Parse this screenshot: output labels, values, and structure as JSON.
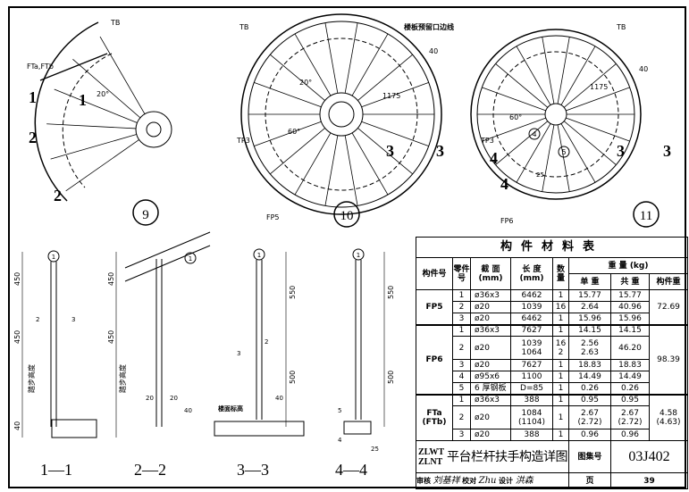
{
  "plans": {
    "plan9": {
      "number": "9",
      "tb": "TB",
      "ft": "FTa,FTb",
      "sec1a": "1",
      "sec1b": "1",
      "sec2a": "2",
      "sec2b": "2",
      "angle": "20°"
    },
    "plan10": {
      "number": "10",
      "tb": "TB",
      "edge_note": "楼板预留口边线",
      "dim_radius": "1175",
      "dim_40": "40",
      "angle60": "60°",
      "angle20": "20°",
      "tp": "TP3",
      "fp": "FP5",
      "sec3a": "3",
      "sec3b": "3"
    },
    "plan11": {
      "number": "11",
      "tb": "TB",
      "dim_radius": "1175",
      "dim_40": "40",
      "angle60": "60°",
      "tp": "TP3",
      "fp": "FP6",
      "sec3a": "3",
      "sec3b": "3",
      "sec4a": "4",
      "sec4b": "4",
      "part4": "4",
      "part5": "5",
      "dim_25": "25"
    }
  },
  "sections": [
    {
      "label": "1—1",
      "dims": [
        "450",
        "450",
        "40"
      ],
      "note": "踏步高度",
      "parts": [
        "1",
        "2",
        "3"
      ]
    },
    {
      "label": "2—2",
      "dims": [
        "450",
        "450",
        "20",
        "20",
        "40"
      ],
      "note": "踏步高度",
      "parts": [
        "1"
      ]
    },
    {
      "label": "3—3",
      "dims": [
        "550",
        "500",
        "40"
      ],
      "note": "楼面标高",
      "parts": [
        "1",
        "3",
        "2"
      ]
    },
    {
      "label": "4—4",
      "dims": [
        "550",
        "500",
        "25"
      ],
      "parts": [
        "1",
        "5",
        "4"
      ]
    }
  ],
  "table": {
    "title": "构件材料表",
    "headers": {
      "member": "构件号",
      "part": "零件号",
      "section": "截 面",
      "section_unit": "(mm)",
      "length": "长 度",
      "length_unit": "(mm)",
      "qty": "数量",
      "weight": "重  量  (kg)",
      "unit_w": "单 重",
      "total_w": "共 重",
      "member_w": "构件重"
    },
    "groups": [
      {
        "member": "FP5",
        "member_weight": "72.69",
        "rows": [
          {
            "part": "1",
            "section": "ø36x3",
            "length": "6462",
            "qty": "1",
            "unit": "15.77",
            "total": "15.77"
          },
          {
            "part": "2",
            "section": "ø20",
            "length": "1039",
            "qty": "16",
            "unit": "2.64",
            "total": "40.96"
          },
          {
            "part": "3",
            "section": "ø20",
            "length": "6462",
            "qty": "1",
            "unit": "15.96",
            "total": "15.96"
          }
        ]
      },
      {
        "member": "FP6",
        "member_weight": "98.39",
        "rows": [
          {
            "part": "1",
            "section": "ø36x3",
            "length": "7627",
            "qty": "1",
            "unit": "14.15",
            "total": "14.15"
          },
          {
            "part": "2",
            "section": "ø20",
            "length": "1039\n1064",
            "qty": "16\n2",
            "unit": "2.56\n2.63",
            "total": "46.20"
          },
          {
            "part": "3",
            "section": "ø20",
            "length": "7627",
            "qty": "1",
            "unit": "18.83",
            "total": "18.83"
          },
          {
            "part": "4",
            "section": "ø95x6",
            "length": "1100",
            "qty": "1",
            "unit": "14.49",
            "total": "14.49"
          },
          {
            "part": "5",
            "section": "6 厚钢板",
            "length": "D=85",
            "qty": "1",
            "unit": "0.26",
            "total": "0.26"
          }
        ]
      },
      {
        "member": "FTa\n(FTb)",
        "member_weight": "4.58\n(4.63)",
        "rows": [
          {
            "part": "1",
            "section": "ø36x3",
            "length": "388",
            "qty": "1",
            "unit": "0.95",
            "total": "0.95"
          },
          {
            "part": "2",
            "section": "ø20",
            "length": "1084\n(1104)",
            "qty": "1",
            "unit": "2.67\n(2.72)",
            "total": "2.67\n(2.72)"
          },
          {
            "part": "3",
            "section": "ø20",
            "length": "388",
            "qty": "1",
            "unit": "0.96",
            "total": "0.96"
          }
        ]
      }
    ]
  },
  "title_block": {
    "codes": "ZLWT\nZLNT",
    "title": "平台栏杆扶手构造详图",
    "atlas_label": "图集号",
    "atlas_no": "03J402",
    "review": "审核",
    "review_sig": "刘基祥",
    "check": "校对",
    "check_sig": "Zhu",
    "design": "设计",
    "design_sig": "洪森",
    "page_label": "页",
    "page_no": "39"
  }
}
